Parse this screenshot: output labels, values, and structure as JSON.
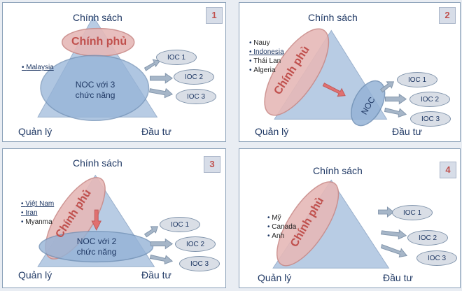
{
  "panels": [
    {
      "number": "1",
      "top_label": "Chính sách",
      "left_label": "Quản lý",
      "right_label": "Đầu tư",
      "government": "Chính phủ",
      "noc": [
        "NOC với 3",
        "chức năng"
      ],
      "countries": [
        "Malaysia"
      ],
      "iocs": [
        "IOC 1",
        "IOC 2",
        "IOC 3"
      ]
    },
    {
      "number": "2",
      "top_label": "Chính sách",
      "left_label": "Quản lý",
      "right_label": "Đầu tư",
      "government": "Chính phủ",
      "noc": [
        "NOC"
      ],
      "countries": [
        "Nauy",
        "Indonesia",
        "Thái Lan",
        "Algeria"
      ],
      "iocs": [
        "IOC 1",
        "IOC 2",
        "IOC 3"
      ]
    },
    {
      "number": "3",
      "top_label": "Chính sách",
      "left_label": "Quản lý",
      "right_label": "Đầu tư",
      "government": "Chính phủ",
      "noc": [
        "NOC với 2",
        "chức năng"
      ],
      "countries": [
        "Việt Nam",
        "Iran",
        "Myanma"
      ],
      "iocs": [
        "IOC 1",
        "IOC 2",
        "IOC 3"
      ]
    },
    {
      "number": "4",
      "top_label": "Chính sách",
      "left_label": "Quản lý",
      "right_label": "Đầu tư",
      "government": "Chính phủ",
      "noc": [],
      "countries": [
        "Mỹ",
        "Canada",
        "Anh"
      ],
      "iocs": [
        "IOC 1",
        "IOC 2",
        "IOC 3"
      ]
    }
  ],
  "colors": {
    "triangle_fill": "#b8cce4",
    "government_fill": "#e6b9b8",
    "government_text": "#c0504d",
    "noc_fill": "#95b3d7",
    "arrow_fill": "#a6b6c8",
    "accent_arrow": "#e07070"
  }
}
